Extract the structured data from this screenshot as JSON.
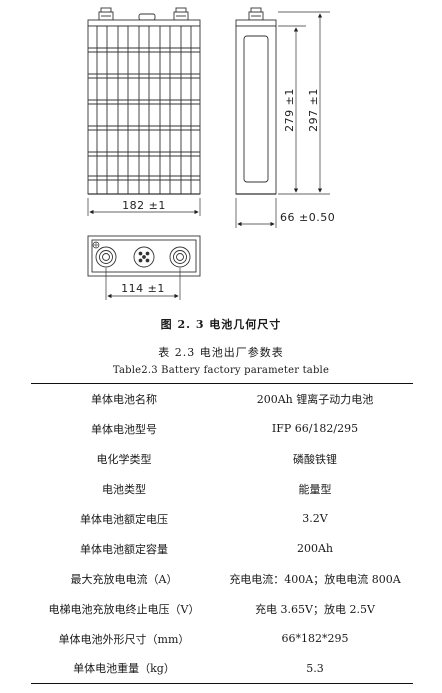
{
  "figure": {
    "dimensions": {
      "front_width": "182 ±1",
      "side_width": "66 ±0.50",
      "inner_height": "279 ±1",
      "total_height": "297 ±1",
      "terminal_spacing": "114 ±1"
    },
    "caption": "图 2. 3    电池几何尺寸"
  },
  "table": {
    "caption_cn": "表 2.3    电池出厂参数表",
    "caption_en": "Table2.3    Battery factory parameter table",
    "rows": [
      {
        "label": "单体电池名称",
        "value": "200Ah 锂离子动力电池"
      },
      {
        "label": "单体电池型号",
        "value": "IFP 66/182/295"
      },
      {
        "label": "电化学类型",
        "value": "磷酸铁锂"
      },
      {
        "label": "电池类型",
        "value": "能量型"
      },
      {
        "label": "单体电池额定电压",
        "value": "3.2V"
      },
      {
        "label": "单体电池额定容量",
        "value": "200Ah"
      },
      {
        "label": "最大充放电电流（A）",
        "value": "充电电流：400A；放电电流 800A"
      },
      {
        "label": "电梯电池充放电终止电压（V）",
        "value": "充电 3.65V；放电 2.5V"
      },
      {
        "label": "单体电池外形尺寸（mm）",
        "value": "66*182*295"
      },
      {
        "label": "单体电池重量（kg）",
        "value": "5.3"
      }
    ]
  }
}
